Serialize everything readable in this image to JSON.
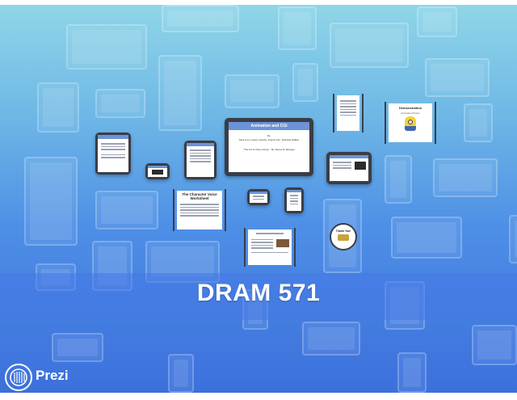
{
  "presentation": {
    "title": "DRAM 571",
    "brand": "Prezi"
  },
  "main_slide": {
    "heading": "Animation and CGI",
    "by": "By",
    "authors": "Sara Frye, Lauren Jacoby, Justine Kim, Nicholas Walker",
    "quote": "\"The Art of Voice Acting\" - By James R. Alburger"
  },
  "worksheet": {
    "heading": "The Character Voice Worksheet"
  },
  "demonstration": {
    "heading": "Demonstration",
    "subheading": "Animation Picture"
  },
  "thanks": {
    "label": "Thank You!"
  },
  "colors": {
    "accent": "#6c93d8",
    "frame": "#3a3d45",
    "background_top": "#8fd6e8",
    "background_bottom": "#3c70dc"
  }
}
